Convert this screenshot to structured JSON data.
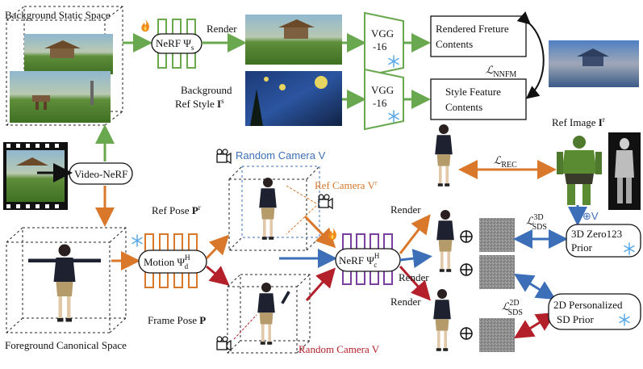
{
  "labels": {
    "background_static_space": "Background Static Space",
    "render_top": "Render",
    "nerf_bg": "NeRF Ψ",
    "nerf_bg_sub": "s",
    "vgg_top_1": "VGG",
    "vgg_top_2": "-16",
    "vgg_bot_1": "VGG",
    "vgg_bot_2": "-16",
    "rendered_feature_1": "Rendered Freture",
    "rendered_feature_2": "Contents",
    "style_feature_1": "Style Feature",
    "style_feature_2": "Contents",
    "loss_nnfm": "ℒ",
    "loss_nnfm_sub": "NNFM",
    "background_ref_style_1": "Background",
    "background_ref_style_2": "Ref Style ",
    "background_ref_style_sym": "I",
    "background_ref_style_sup": "s",
    "video_nerf": "Video-NeRF",
    "random_camera_top": "Random Camera V",
    "ref_camera": "Ref Camera V",
    "ref_camera_sup": "r",
    "ref_pose": "Ref Pose ",
    "ref_pose_sym": "P",
    "ref_pose_sup": "r",
    "frame_pose": "Frame Pose ",
    "frame_pose_sym": "P",
    "random_camera_bottom": "Random Camera V",
    "motion": "Motion Ψ",
    "motion_sup": "H",
    "motion_sub": "d",
    "nerf_fg": "NeRF Ψ",
    "nerf_fg_sup": "H",
    "nerf_fg_sub": "c",
    "render_mid_1": "Render",
    "render_mid_2": "Render",
    "render_mid_3": "Render",
    "loss_rec": "ℒ",
    "loss_rec_sub": "REC",
    "ref_image": "Ref Image ",
    "ref_image_sym": "I",
    "ref_image_sup": "r",
    "oplus_v": "⊕V",
    "loss_sds_3d": "ℒ",
    "loss_sds_3d_sup": "3D",
    "loss_sds_3d_sub": "SDS",
    "zero123_1": "3D Zero123",
    "zero123_2": "Prior",
    "loss_sds_2d": "ℒ",
    "loss_sds_2d_sup": "2D",
    "loss_sds_2d_sub": "SDS",
    "personalized_1": "2D Personalized",
    "personalized_2": "SD Prior",
    "foreground_canonical_space": "Foreground Canonical Space"
  },
  "icons": [
    "fire-icon",
    "snowflake-icon",
    "camera-icon",
    "oplus-icon",
    "person-figure",
    "hulk-figure"
  ],
  "colors": {
    "green": "#6aa84f",
    "orange": "#d9772a",
    "red": "#b3202a",
    "blue": "#3d6fb8",
    "purple": "#7b3fa0",
    "ice": "#5aa9e6"
  }
}
